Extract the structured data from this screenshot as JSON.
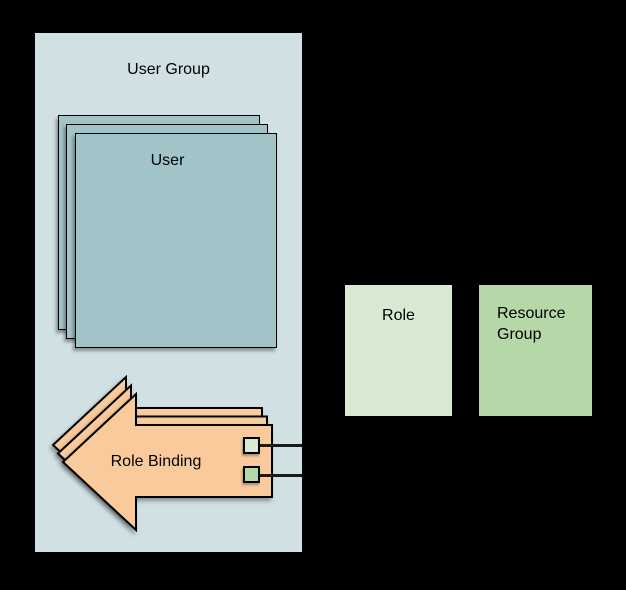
{
  "canvas": {
    "background": "#000000"
  },
  "user_group": {
    "label": "User Group",
    "fill": "#d0e0e3",
    "user_stack": {
      "label": "User",
      "fill": "#a2c4c9",
      "sheet_count": 3
    }
  },
  "role_binding": {
    "label": "Role Binding",
    "fill": "#f9cb9c",
    "layer_count": 3,
    "connector_color": "#1a1a1a",
    "ports": [
      {
        "name": "role-port",
        "fill": "#d9ead3"
      },
      {
        "name": "resource-group-port",
        "fill": "#b6d7a8"
      }
    ]
  },
  "role_box": {
    "label": "Role",
    "fill": "#d9ead3"
  },
  "resource_group_box": {
    "label": "Resource Group",
    "fill": "#b6d7a8"
  }
}
